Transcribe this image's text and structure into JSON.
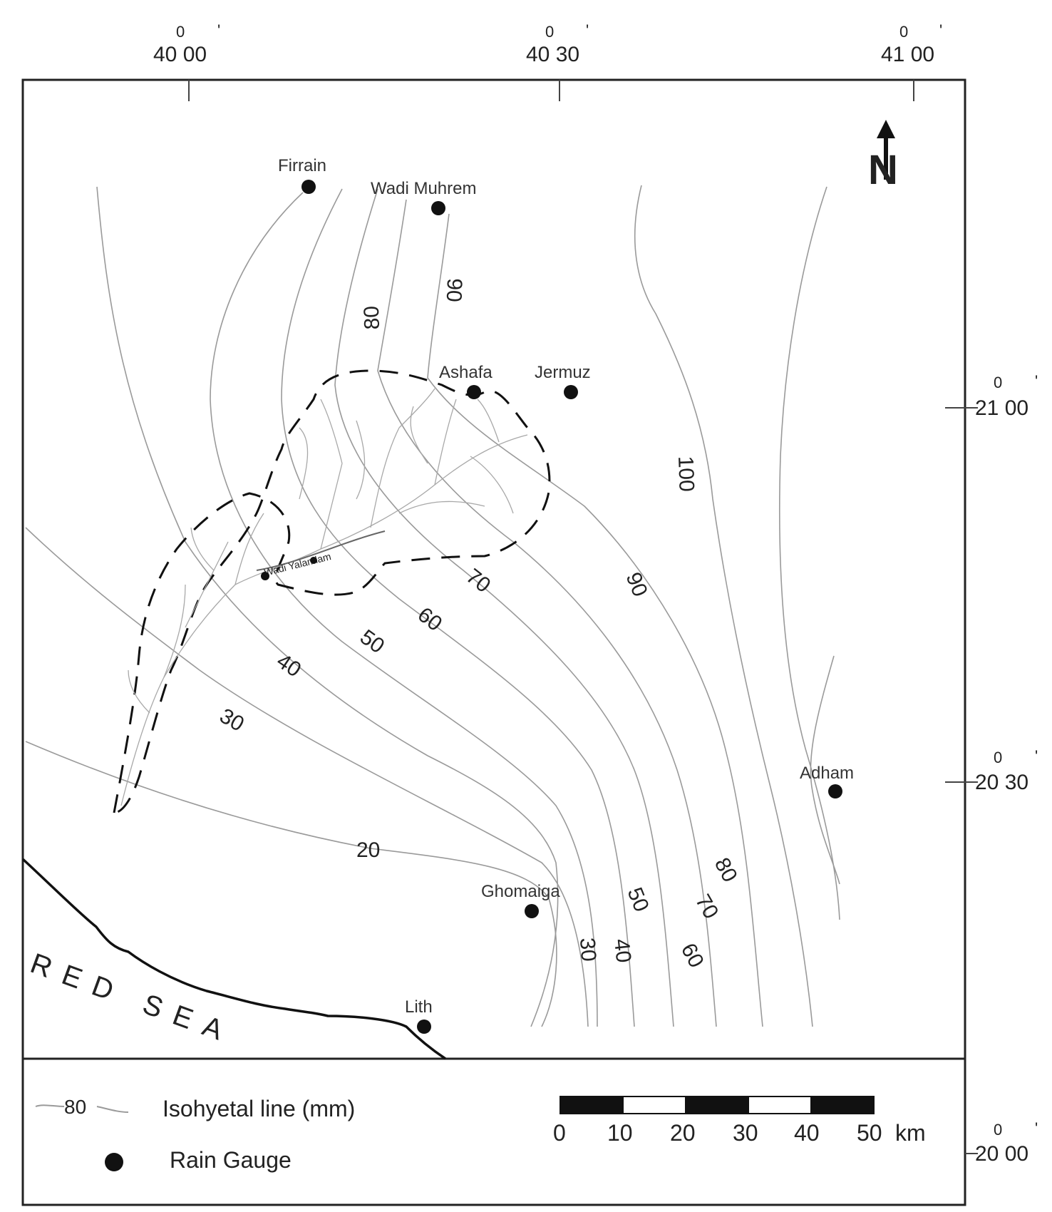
{
  "map": {
    "coordinates": {
      "longitudes": [
        {
          "deg": "0",
          "label": "40 00",
          "min_mark": "'"
        },
        {
          "deg": "0",
          "label": "40 30",
          "min_mark": "'"
        },
        {
          "deg": "0",
          "label": "41 00",
          "min_mark": "'"
        }
      ],
      "latitudes": [
        {
          "deg": "0",
          "label": "21 00",
          "min_mark": "'"
        },
        {
          "deg": "0",
          "label": "20 30",
          "min_mark": "'"
        },
        {
          "deg": "0",
          "label": "20 00",
          "min_mark": "'"
        }
      ]
    },
    "north_arrow_label": "N",
    "sea_label": "RED SEA",
    "wadi_label": "Wadi Yalamlam",
    "rain_gauges": [
      {
        "name": "Firrain"
      },
      {
        "name": "Wadi Muhrem"
      },
      {
        "name": "Ashafa"
      },
      {
        "name": "Jermuz"
      },
      {
        "name": "Adham"
      },
      {
        "name": "Ghomaiga"
      },
      {
        "name": "Lith"
      }
    ],
    "isohyet_labels": [
      "100",
      "90",
      "90",
      "80",
      "80",
      "70",
      "70",
      "60",
      "60",
      "50",
      "50",
      "40",
      "40",
      "30",
      "30",
      "20"
    ],
    "legend": {
      "isohyet_sample": "80",
      "isohyet_text": "Isohyetal line (mm)",
      "gauge_text": "Rain Gauge"
    },
    "scale_bar": {
      "ticks": [
        "0",
        "10",
        "20",
        "30",
        "40",
        "50"
      ],
      "unit": "km"
    }
  }
}
